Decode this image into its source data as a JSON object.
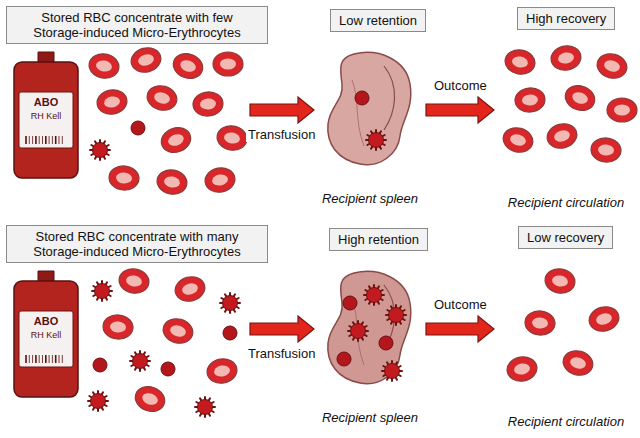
{
  "diagram": {
    "nodes": [
      {
        "text": [
          "Stored RBC concentrate with few Storage-induced Micro-Erythrocytes"
        ]
      },
      {
        "text": [
          "Low retention"
        ]
      },
      {
        "text": [
          "High recovery"
        ]
      },
      {
        "text": [
          "ABO",
          "RH Kell"
        ]
      },
      {
        "text": [
          "Recipient spleen"
        ]
      },
      {
        "text": [
          "Recipient circulation"
        ]
      },
      {
        "text": [
          "Stored RBC concentrate with many Storage-induced Micro-Erythrocytes"
        ]
      },
      {
        "text": [
          "High retention"
        ]
      },
      {
        "text": [
          "Low recovery"
        ]
      },
      {
        "text": [
          "ABO",
          "RH Kell"
        ]
      },
      {
        "text": [
          "Recipient spleen"
        ]
      },
      {
        "text": [
          "Recipient circulation"
        ]
      }
    ],
    "edges": [
      {
        "from": 3,
        "to": 4,
        "arrow": "to",
        "label": "Transfusion"
      },
      {
        "from": 4,
        "to": 5,
        "arrow": "to",
        "label": "Outcome"
      },
      {
        "from": 9,
        "to": 10,
        "arrow": "to",
        "label": "Transfusion"
      },
      {
        "from": 10,
        "to": 11,
        "arrow": "to",
        "label": "Outcome"
      }
    ]
  }
}
